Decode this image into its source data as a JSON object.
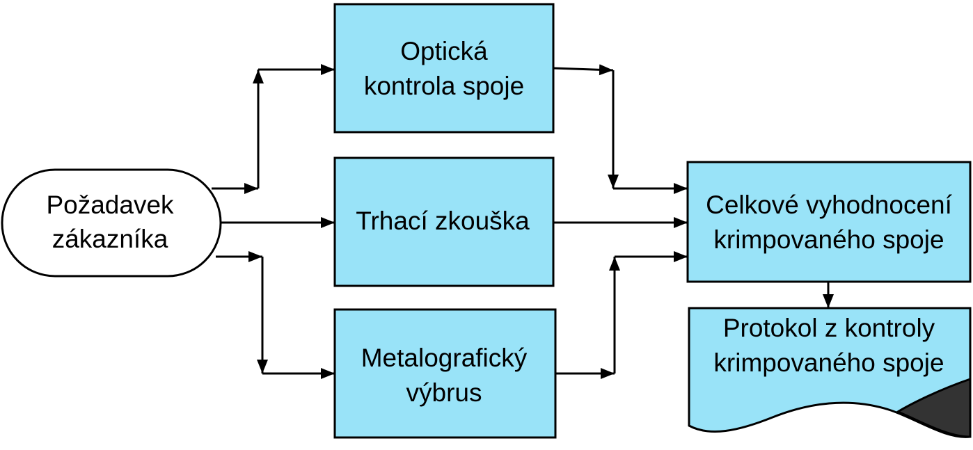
{
  "nodes": {
    "start": {
      "lines": [
        "Požadavek",
        "zákazníka"
      ]
    },
    "optical": {
      "lines": [
        "Optická",
        "kontrola spoje"
      ]
    },
    "tensile": {
      "lines": [
        "Trhací zkouška"
      ]
    },
    "metallographic": {
      "lines": [
        "Metalografický",
        "výbrus"
      ]
    },
    "evaluation": {
      "lines": [
        "Celkové vyhodnocení",
        "krimpovaného spoje"
      ]
    },
    "protocol": {
      "lines": [
        "Protokol z kontroly",
        "krimpovaného spoje"
      ]
    }
  },
  "colors": {
    "box_fill": "#99E3F8",
    "stroke": "#000000",
    "terminal_fill": "#FFFFFF",
    "fold_fill": "#333333"
  }
}
